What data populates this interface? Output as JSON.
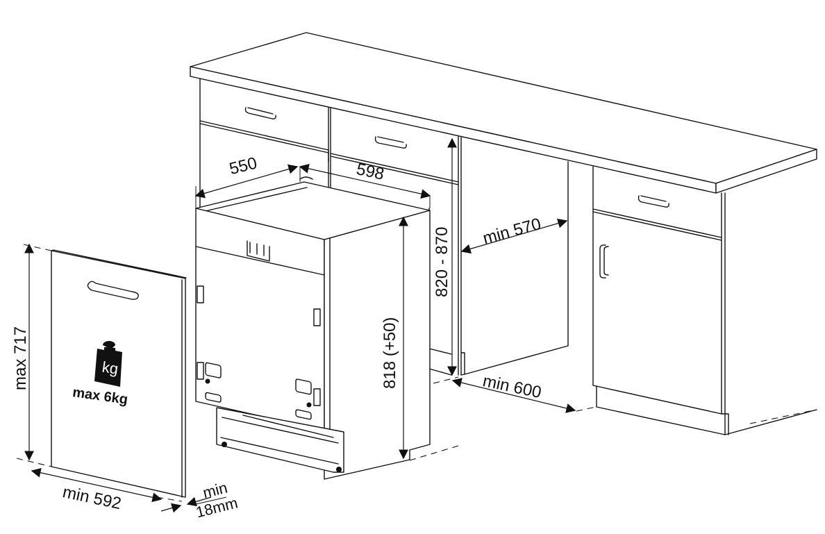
{
  "diagram": {
    "type": "technical-installation-drawing",
    "subject": "built-in dishwasher installation dimensions",
    "units": "mm",
    "line_color": "#111111",
    "background": "#ffffff"
  },
  "dimensions": {
    "depth": "550",
    "width": "598",
    "appliance_height": "818 (+50)",
    "niche_height": "820 - 870",
    "niche_depth": "min 570",
    "niche_width": "min 600",
    "panel_height": "max 717",
    "panel_width": "min 592",
    "panel_thickness_top": "min",
    "panel_thickness_bottom": "18mm"
  },
  "panel": {
    "weight_icon_label": "kg",
    "max_weight": "max 6kg"
  },
  "components": [
    {
      "name": "worktop"
    },
    {
      "name": "upper-drawer-left"
    },
    {
      "name": "upper-drawer-center"
    },
    {
      "name": "cabinet-right-drawer"
    },
    {
      "name": "cabinet-right-door"
    },
    {
      "name": "dishwasher-body"
    },
    {
      "name": "decor-door-panel"
    }
  ]
}
